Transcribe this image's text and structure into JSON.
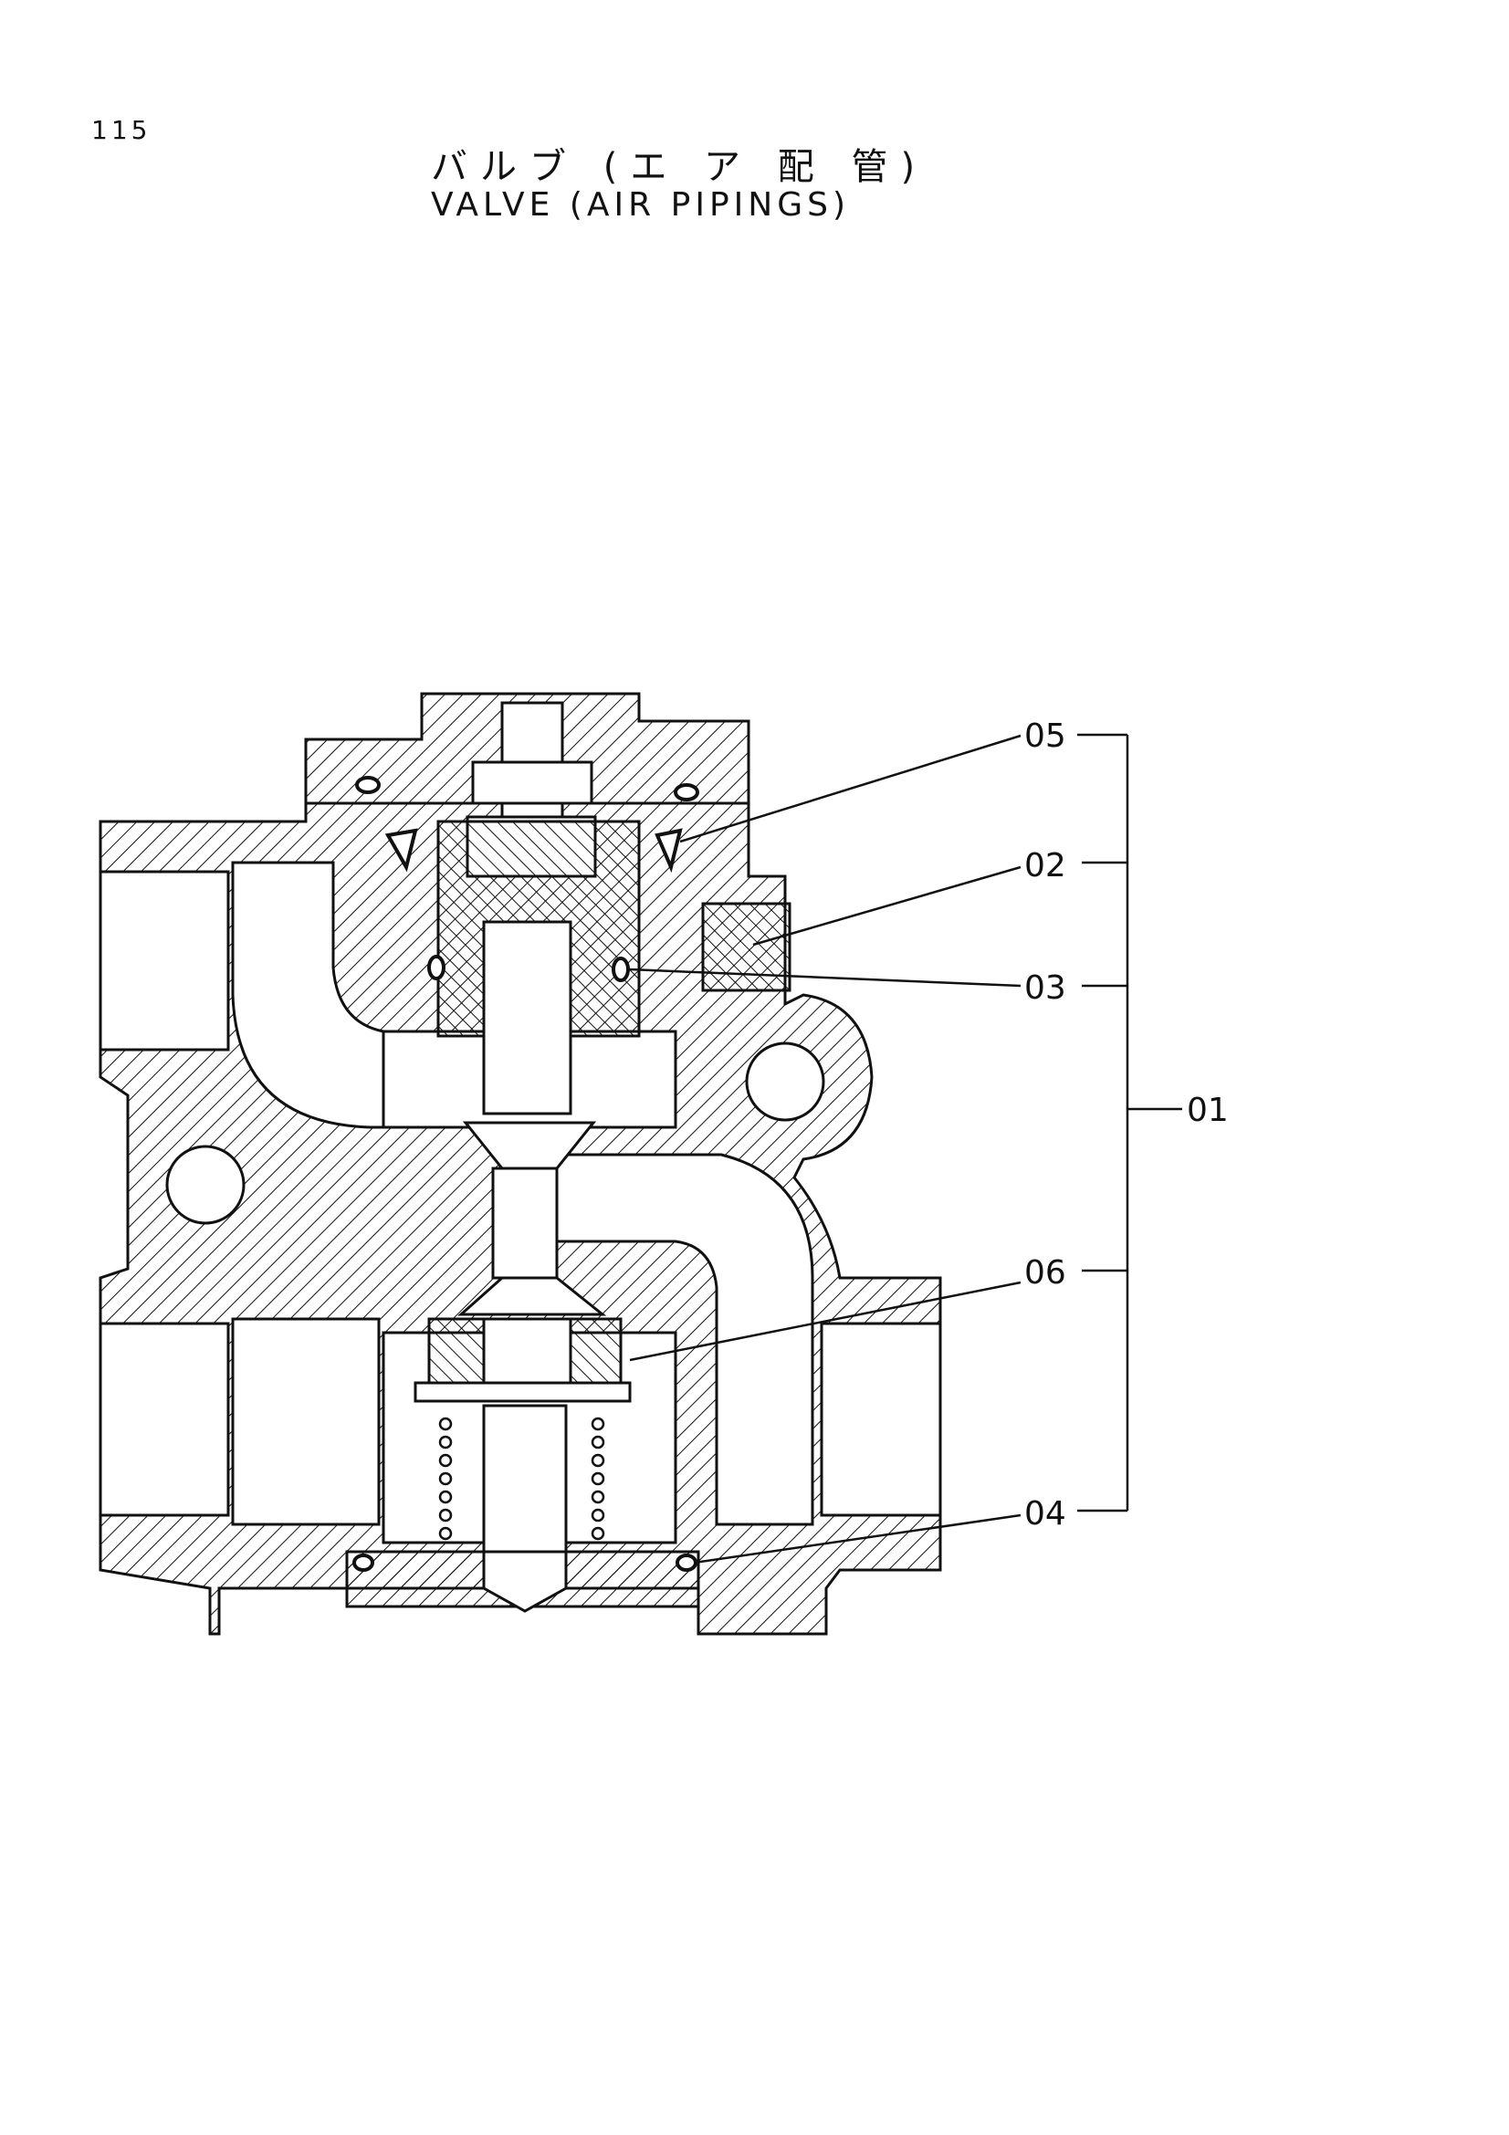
{
  "page": {
    "number": "115",
    "title_jp": "バルブ (エ ア 配 管)",
    "title_en": "VALVE (AIR PIPINGS)"
  },
  "diagram": {
    "assembly_label": "01",
    "callouts": [
      {
        "id": "05",
        "label": "05"
      },
      {
        "id": "02",
        "label": "02"
      },
      {
        "id": "03",
        "label": "03"
      },
      {
        "id": "06",
        "label": "06"
      },
      {
        "id": "04",
        "label": "04"
      }
    ]
  }
}
